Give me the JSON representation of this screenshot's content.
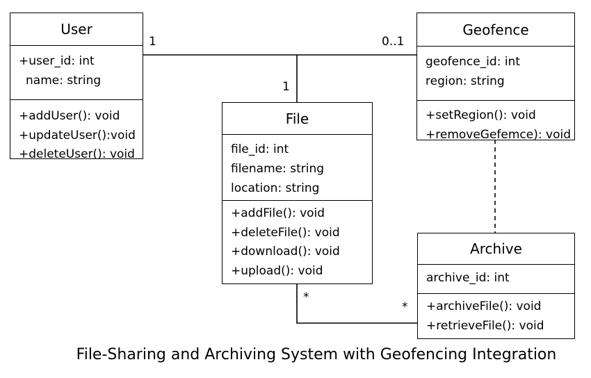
{
  "classes": {
    "user": {
      "name": "User",
      "attributes": [
        "+user_id: int",
        "name: string"
      ],
      "methods": [
        "+addUser(): void",
        "+updateUser():void",
        "+deleteUser(): void"
      ]
    },
    "geofence": {
      "name": "Geofence",
      "attributes": [
        "geofence_id: int",
        "region: string"
      ],
      "methods": [
        "+setRegion(): void",
        "+removeGefemce): void"
      ]
    },
    "file": {
      "name": "File",
      "attributes": [
        "file_id: int",
        "filename: string",
        "location: string"
      ],
      "methods": [
        "+addFile(): void",
        "+deleteFile(): void",
        "+download(): void",
        "+upload(): void"
      ]
    },
    "archive": {
      "name": "Archive",
      "attributes": [
        "archive_id: int"
      ],
      "methods": [
        "+archiveFile(): void",
        "+retrieveFile(): void"
      ]
    }
  },
  "multiplicities": {
    "user_end": "1",
    "geofence_end": "0..1",
    "file_top": "1",
    "file_bottom": "*",
    "archive_end": "*"
  },
  "caption": "File-Sharing and Archiving System with Geofencing Integration"
}
